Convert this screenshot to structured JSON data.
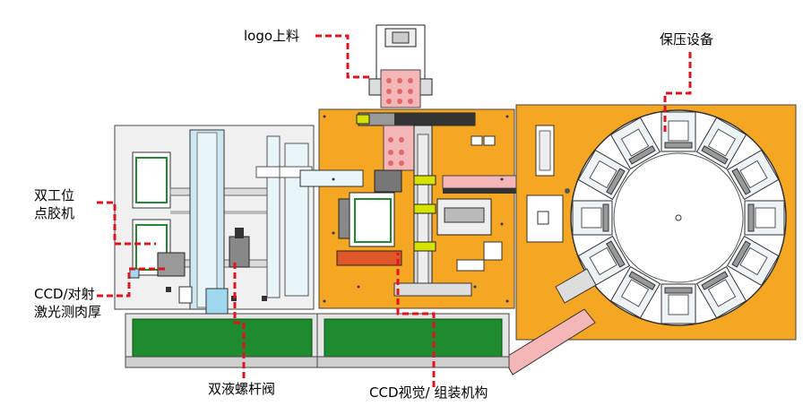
{
  "labels": {
    "logo_feed": "logo上料",
    "press_equipment": "保压设备",
    "dual_dispense": "双工位\n点胶机",
    "ccd_laser": "CCD/对射\n激光测肉厚",
    "screw_valve": "双液螺杆阀",
    "ccd_assembly": "CCD视觉/ 组装机构"
  },
  "colors": {
    "orange_plate": "#F5A623",
    "green_conveyor": "#1E8C2E",
    "leader_line": "#E0141E",
    "panel_gray": "#EFEFEF",
    "light_blue_rail": "#CDE8F2"
  }
}
